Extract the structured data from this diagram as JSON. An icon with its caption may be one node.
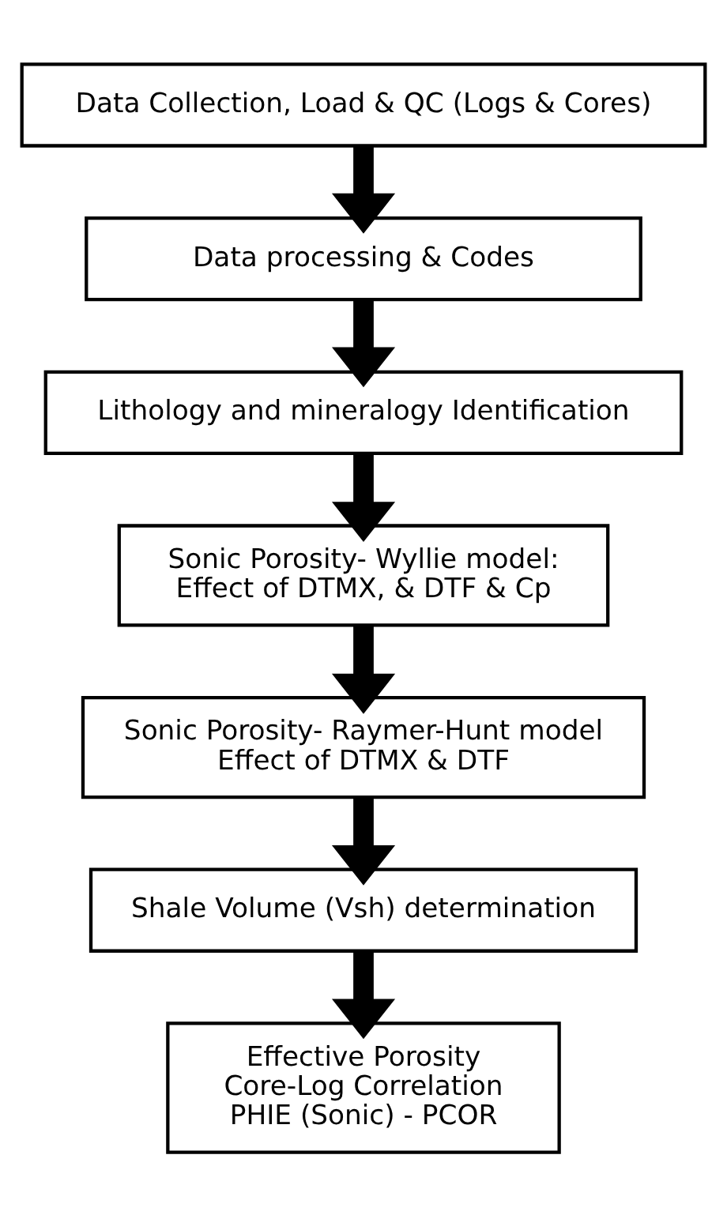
{
  "diagram": {
    "nodes": [
      {
        "text": [
          "Data Collection, Load & QC (Logs & Cores)"
        ]
      },
      {
        "text": [
          "Data processing & Codes"
        ]
      },
      {
        "text": [
          "Lithology and mineralogy Identification"
        ]
      },
      {
        "text": [
          "Sonic Porosity- Wyllie model:",
          "Effect of DTMX, & DTF & Cp"
        ]
      },
      {
        "text": [
          "Sonic Porosity- Raymer-Hunt model",
          "Effect of DTMX & DTF"
        ]
      },
      {
        "text": [
          "Shale Volume (Vsh) determination"
        ]
      },
      {
        "text": [
          "Effective Porosity",
          "Core-Log Correlation",
          "PHIE (Sonic) - PCOR"
        ]
      }
    ],
    "edges": [
      {
        "from": 0,
        "to": 1,
        "arrow": "to"
      },
      {
        "from": 1,
        "to": 2,
        "arrow": "to"
      },
      {
        "from": 2,
        "to": 3,
        "arrow": "to"
      },
      {
        "from": 3,
        "to": 4,
        "arrow": "to"
      },
      {
        "from": 4,
        "to": 5,
        "arrow": "to"
      },
      {
        "from": 5,
        "to": 6,
        "arrow": "to"
      }
    ]
  }
}
